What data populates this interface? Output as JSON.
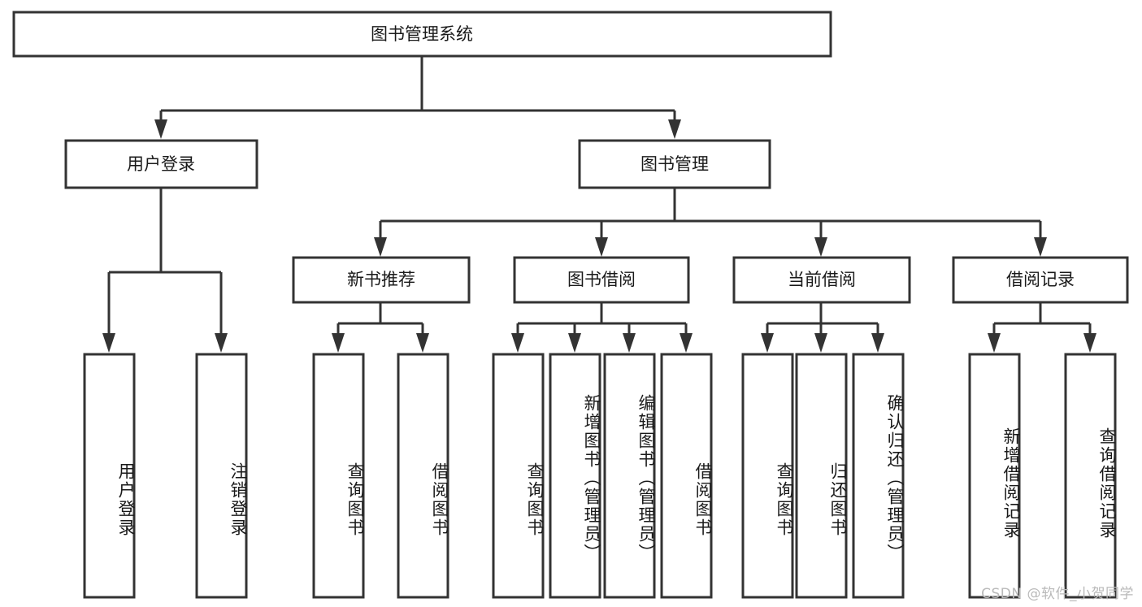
{
  "diagram": {
    "type": "tree-hierarchy",
    "title": "图书管理系统",
    "watermark": "CSDN @软件_小贺同学",
    "colors": {
      "box_stroke": "#333333",
      "box_fill": "#ffffff",
      "text": "#1a1a1a",
      "connector": "#333333",
      "watermark": "#b9b9b9",
      "background": "#ffffff"
    },
    "levels": {
      "root": {
        "label": "图书管理系统"
      },
      "level2": [
        {
          "label": "用户登录"
        },
        {
          "label": "图书管理"
        }
      ],
      "level3": [
        {
          "label": "新书推荐"
        },
        {
          "label": "图书借阅"
        },
        {
          "label": "当前借阅"
        },
        {
          "label": "借阅记录"
        }
      ],
      "leaves": {
        "user_login": [
          {
            "label": "用户登录"
          },
          {
            "label": "注销登录"
          }
        ],
        "new_book_recommend": [
          {
            "label": "查询图书"
          },
          {
            "label": "借阅图书"
          }
        ],
        "book_borrow": [
          {
            "label": "查询图书"
          },
          {
            "label": "新增图书（管理员）"
          },
          {
            "label": "编辑图书（管理员）"
          },
          {
            "label": "借阅图书"
          }
        ],
        "current_borrow": [
          {
            "label": "查询图书"
          },
          {
            "label": "归还图书"
          },
          {
            "label": "确认归还（管理员）"
          }
        ],
        "borrow_record": [
          {
            "label": "新增借阅记录"
          },
          {
            "label": "查询借阅记录"
          }
        ]
      }
    }
  }
}
